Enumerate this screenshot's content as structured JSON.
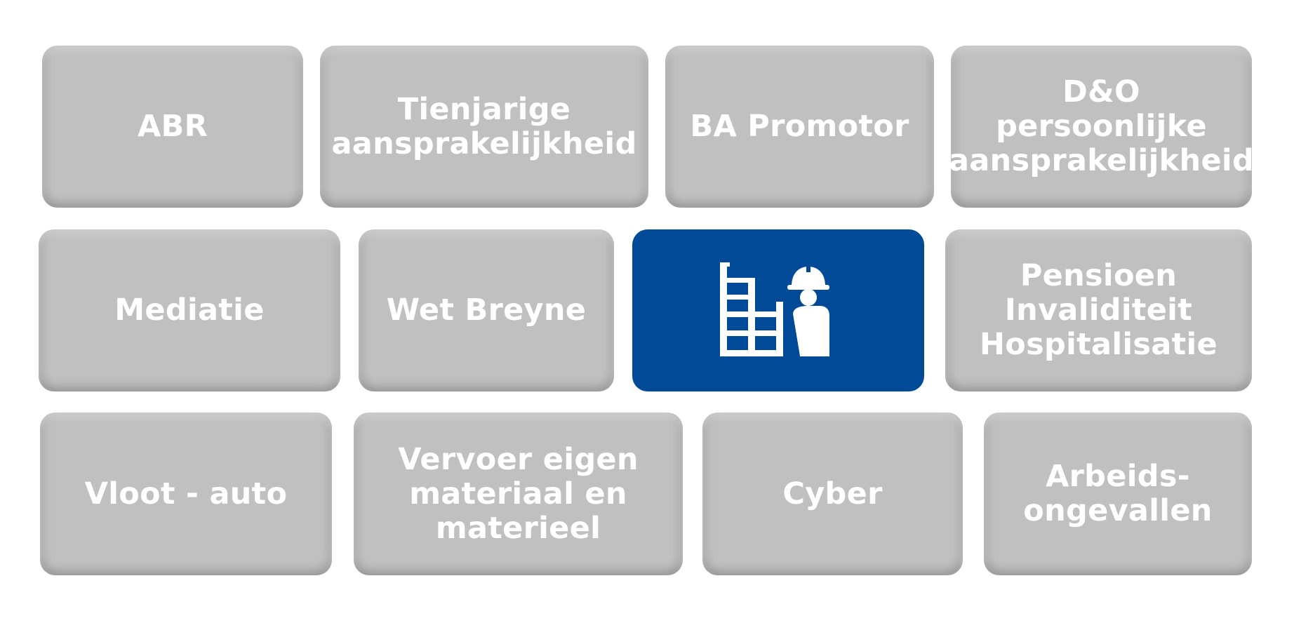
{
  "tiles": {
    "abr": "ABR",
    "tienjarige": "Tienjarige\naansprakelijkheid",
    "ba_promotor": "BA Promotor",
    "d_and_o": "D&O\npersoonlijke\naansprakelijkheid",
    "mediatie": "Mediatie",
    "wet_breyne": "Wet Breyne",
    "pensioen": "Pensioen\nInvaliditeit\nHospitalisatie",
    "vloot": "Vloot - auto",
    "vervoer": "Vervoer eigen\nmateriaal en\nmaterieel",
    "cyber": "Cyber",
    "arbeidsongevallen": "Arbeids-\nongevallen"
  },
  "highlight": {
    "icon": "construction-worker-scaffolding-icon",
    "color": "#004a98"
  },
  "tile_color": "#c0c0c0",
  "text_color": "#ffffff"
}
